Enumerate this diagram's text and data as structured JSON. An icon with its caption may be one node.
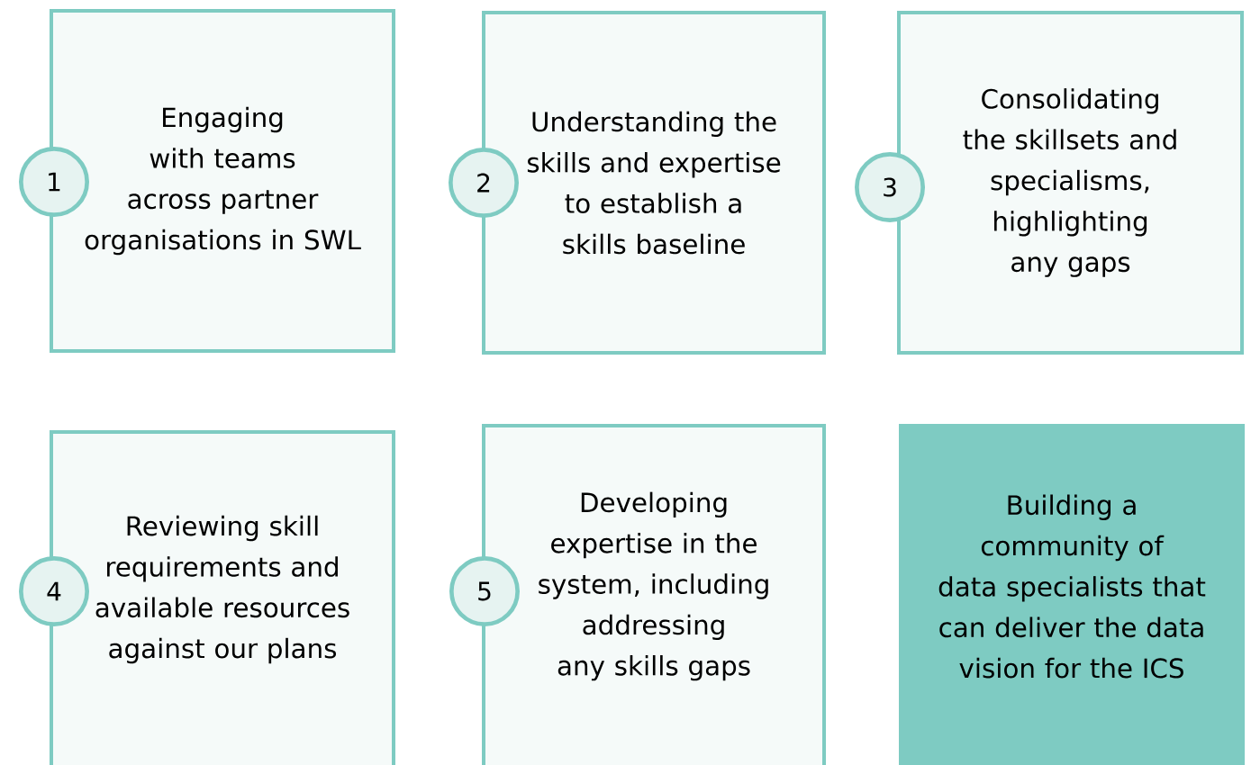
{
  "diagram": {
    "nodes": [
      {
        "text": [
          "1"
        ]
      },
      {
        "text": [
          "Engaging with teams across partner organisations in SWL"
        ]
      },
      {
        "text": [
          "2"
        ]
      },
      {
        "text": [
          "Understanding the skills and expertise to establish a skills baseline"
        ]
      },
      {
        "text": [
          "3"
        ]
      },
      {
        "text": [
          "Consolidating the skillsets and specialisms, highlighting any gaps"
        ]
      },
      {
        "text": [
          "4"
        ]
      },
      {
        "text": [
          "Reviewing skill requirements and available resources against our plans"
        ]
      },
      {
        "text": [
          "5"
        ]
      },
      {
        "text": [
          "Developing expertise in the system, including addressing any skills gaps"
        ]
      },
      {
        "text": [
          "Building a community of data specialists that can deliver the data vision for the ICS"
        ]
      }
    ]
  }
}
